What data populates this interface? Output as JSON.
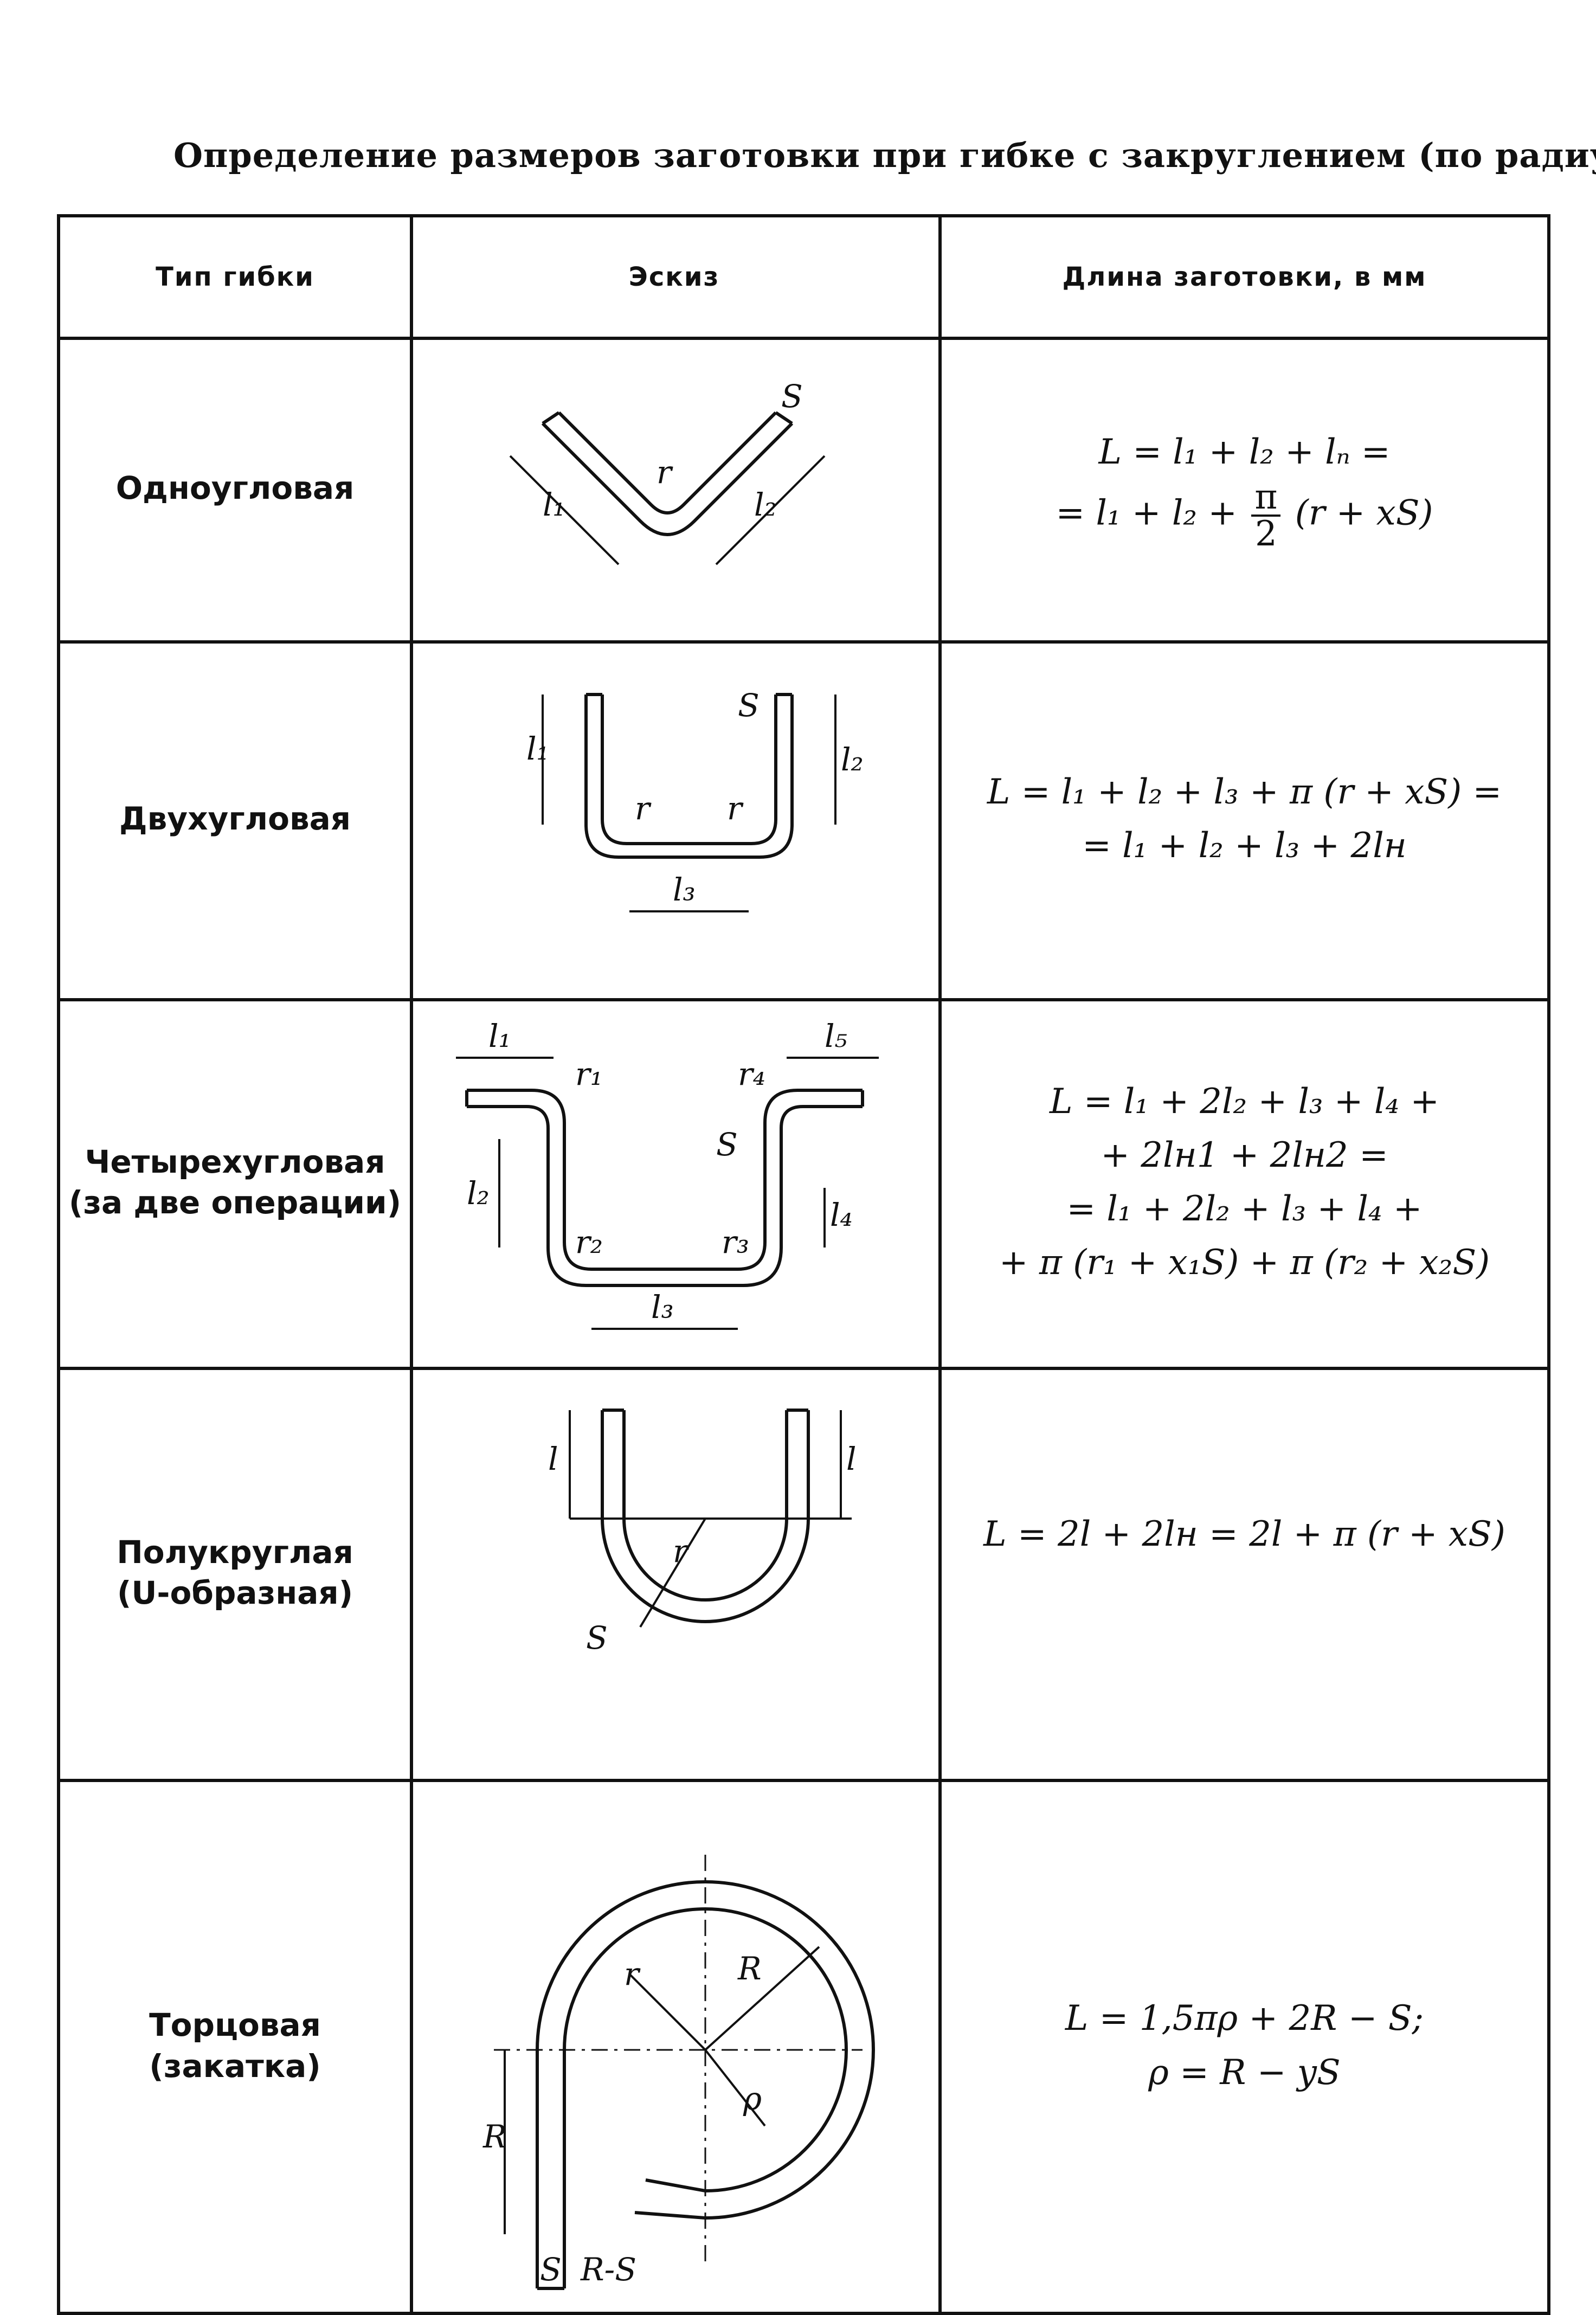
{
  "title": "Определение размеров заготовки при гибке с закруглением (по радиусу)",
  "headers": {
    "type": "Тип гибки",
    "sketch": "Эскиз",
    "length": "Длина заготовки, в мм"
  },
  "rows": [
    {
      "type_lines": [
        "Одноугловая"
      ],
      "formula_lines": [
        "L = l₁ + l₂ + lₙ =",
        "= l₁ + l₂ +"
      ],
      "formula_frac": {
        "num": "π",
        "den": "2"
      },
      "formula_tail": "(r + xS)",
      "sketch_labels": [
        "l₁",
        "l₂",
        "r",
        "S"
      ]
    },
    {
      "type_lines": [
        "Двухугловая"
      ],
      "formula_lines": [
        "L = l₁ + l₂ + l₃ + π (r + xS) =",
        "= l₁ + l₂ + l₃ + 2lн"
      ],
      "sketch_labels": [
        "l₁",
        "l₂",
        "l₃",
        "r",
        "r",
        "S"
      ]
    },
    {
      "type_lines": [
        "Четырехугловая",
        "(за две операции)"
      ],
      "formula_lines": [
        "L = l₁ + 2l₂ + l₃ + l₄ +",
        "+ 2lн1 + 2lн2 =",
        "= l₁ + 2l₂ + l₃ + l₄ +",
        "+ π (r₁ + x₁S) + π (r₂ + x₂S)"
      ],
      "sketch_labels": [
        "l₁",
        "l₅",
        "r₁",
        "r₄",
        "S",
        "l₂",
        "l₄",
        "r₂",
        "r₃",
        "l₃"
      ]
    },
    {
      "type_lines": [
        "Полукруглая",
        "(U-образная)"
      ],
      "formula_lines": [
        "L = 2l + 2lн = 2l + π (r + xS)"
      ],
      "sketch_labels": [
        "l",
        "l",
        "r",
        "S"
      ]
    },
    {
      "type_lines": [
        "Торцовая",
        "(закатка)"
      ],
      "formula_lines": [
        "L = 1,5πρ + 2R − S;",
        "ρ = R − yS"
      ],
      "sketch_labels": [
        "r",
        "R",
        "ρ",
        "R",
        "S",
        "R-S"
      ]
    }
  ]
}
